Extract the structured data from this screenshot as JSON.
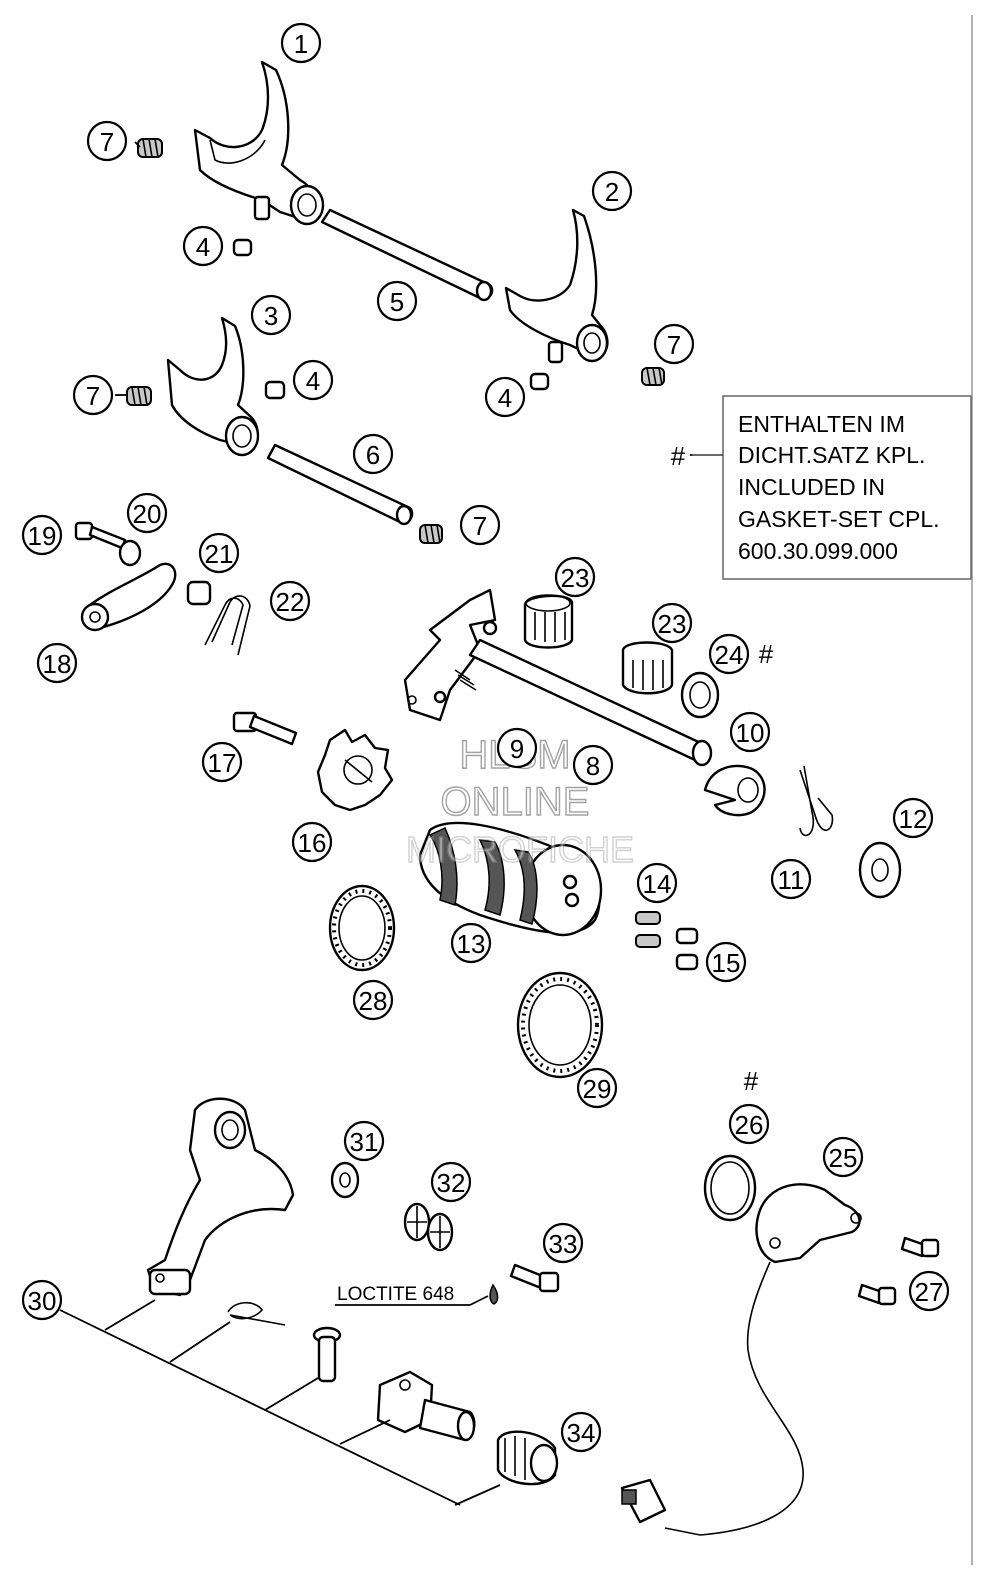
{
  "callouts": [
    {
      "id": "c1",
      "label": "1"
    },
    {
      "id": "c2",
      "label": "2"
    },
    {
      "id": "c3",
      "label": "3"
    },
    {
      "id": "c4a",
      "label": "4"
    },
    {
      "id": "c4b",
      "label": "4"
    },
    {
      "id": "c4c",
      "label": "4"
    },
    {
      "id": "c5",
      "label": "5"
    },
    {
      "id": "c6",
      "label": "6"
    },
    {
      "id": "c7a",
      "label": "7"
    },
    {
      "id": "c7b",
      "label": "7"
    },
    {
      "id": "c7c",
      "label": "7"
    },
    {
      "id": "c7d",
      "label": "7"
    },
    {
      "id": "c8",
      "label": "8"
    },
    {
      "id": "c9",
      "label": "9"
    },
    {
      "id": "c10",
      "label": "10"
    },
    {
      "id": "c11",
      "label": "11"
    },
    {
      "id": "c12",
      "label": "12"
    },
    {
      "id": "c13",
      "label": "13"
    },
    {
      "id": "c14",
      "label": "14"
    },
    {
      "id": "c15",
      "label": "15"
    },
    {
      "id": "c16",
      "label": "16"
    },
    {
      "id": "c17",
      "label": "17"
    },
    {
      "id": "c18",
      "label": "18"
    },
    {
      "id": "c19",
      "label": "19"
    },
    {
      "id": "c20",
      "label": "20"
    },
    {
      "id": "c21",
      "label": "21"
    },
    {
      "id": "c22",
      "label": "22"
    },
    {
      "id": "c23a",
      "label": "23"
    },
    {
      "id": "c23b",
      "label": "23"
    },
    {
      "id": "c24",
      "label": "24"
    },
    {
      "id": "c25",
      "label": "25"
    },
    {
      "id": "c26",
      "label": "26"
    },
    {
      "id": "c27",
      "label": "27"
    },
    {
      "id": "c28",
      "label": "28"
    },
    {
      "id": "c29",
      "label": "29"
    },
    {
      "id": "c30",
      "label": "30"
    },
    {
      "id": "c31",
      "label": "31"
    },
    {
      "id": "c32",
      "label": "32"
    },
    {
      "id": "c33",
      "label": "33"
    },
    {
      "id": "c34",
      "label": "34"
    }
  ],
  "note": {
    "marker": "#",
    "lines": [
      "ENTHALTEN IM",
      "DICHT.SATZ KPL.",
      "INCLUDED IN",
      "GASKET-SET CPL.",
      "600.30.099.000"
    ]
  },
  "markers": {
    "m24": "#",
    "m26": "#"
  },
  "loctite": "LOCTITE 648",
  "watermark": [
    "HLSM",
    "ONLINE",
    "MICROFICHE"
  ]
}
